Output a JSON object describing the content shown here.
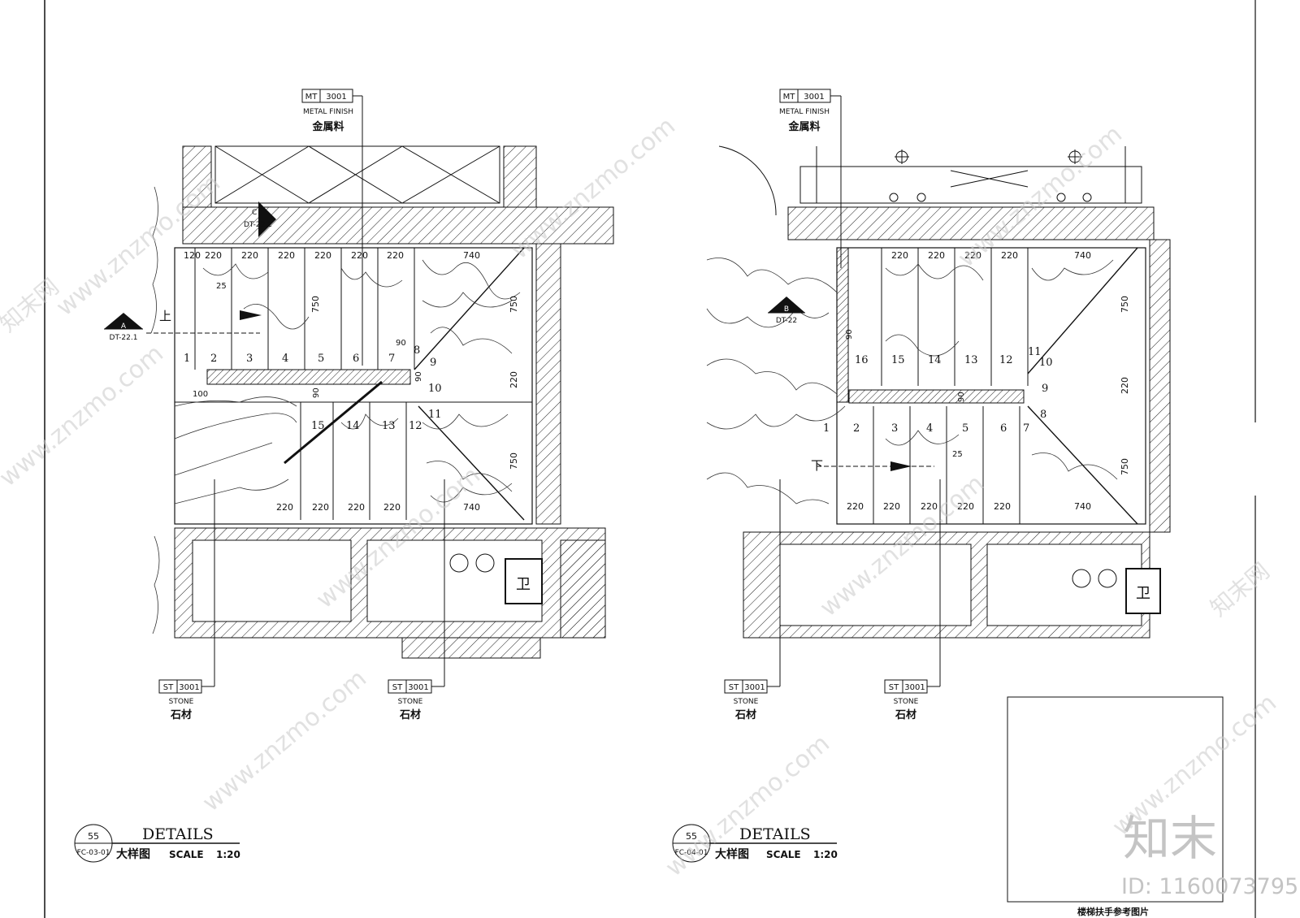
{
  "left_detail": {
    "top_callout": {
      "code": "MT",
      "number": "3001",
      "en": "METAL FINISH",
      "cn": "金属料"
    },
    "section_a": {
      "letter": "A",
      "ref": "DT-22.1"
    },
    "section_c": {
      "letter": "C",
      "ref": "DT-22.2"
    },
    "up_label": "上",
    "upper_dims": [
      "120",
      "220",
      "220",
      "220",
      "220",
      "220",
      "220",
      "740"
    ],
    "lower_dims": [
      "220",
      "220",
      "220",
      "220",
      "740"
    ],
    "right_dims": [
      "750",
      "220",
      "750"
    ],
    "small_dims": [
      "25",
      "90",
      "90",
      "90",
      "100"
    ],
    "vertical_750": "750",
    "step_numbers": [
      "1",
      "2",
      "3",
      "4",
      "5",
      "6",
      "7",
      "8",
      "9",
      "10",
      "11",
      "12",
      "13",
      "14",
      "15"
    ],
    "stone_callouts": [
      {
        "code": "ST",
        "number": "3001",
        "en": "STONE",
        "cn": "石材"
      },
      {
        "code": "ST",
        "number": "3001",
        "en": "STONE",
        "cn": "石材"
      }
    ],
    "toilet_label": "卫",
    "title": {
      "circle_num": "55",
      "circle_ref": "FC-03-01",
      "en": "DETAILS",
      "cn": "大样图",
      "scale_label": "SCALE",
      "scale": "1:20"
    }
  },
  "right_detail": {
    "top_callout": {
      "code": "MT",
      "number": "3001",
      "en": "METAL FINISH",
      "cn": "金属料"
    },
    "section_b": {
      "letter": "B",
      "ref": "DT-22"
    },
    "down_label": "下",
    "upper_dims": [
      "220",
      "220",
      "220",
      "220",
      "740"
    ],
    "lower_dims": [
      "220",
      "220",
      "220",
      "220",
      "220",
      "740"
    ],
    "right_dims": [
      "750",
      "220",
      "750"
    ],
    "small_dims": [
      "90",
      "90",
      "25"
    ],
    "step_numbers": [
      "1",
      "2",
      "3",
      "4",
      "5",
      "6",
      "7",
      "8",
      "9",
      "10",
      "11",
      "12",
      "13",
      "14",
      "15",
      "16"
    ],
    "stone_callouts": [
      {
        "code": "ST",
        "number": "3001",
        "en": "STONE",
        "cn": "石材"
      },
      {
        "code": "ST",
        "number": "3001",
        "en": "STONE",
        "cn": "石材"
      }
    ],
    "toilet_label": "卫",
    "title": {
      "circle_num": "55",
      "circle_ref": "FC-04-01",
      "en": "DETAILS",
      "cn": "大样图",
      "scale_label": "SCALE",
      "scale": "1:20"
    }
  },
  "reference_box": {
    "caption": "楼梯扶手参考图片"
  },
  "watermark": {
    "text_url": "www.znzmo.com",
    "text_site": "知末网",
    "logo": "知末",
    "id": "ID: 1160073795"
  },
  "colors": {
    "line": "#111111",
    "hatch": "#222222",
    "watermark": "#c9c9c9"
  }
}
